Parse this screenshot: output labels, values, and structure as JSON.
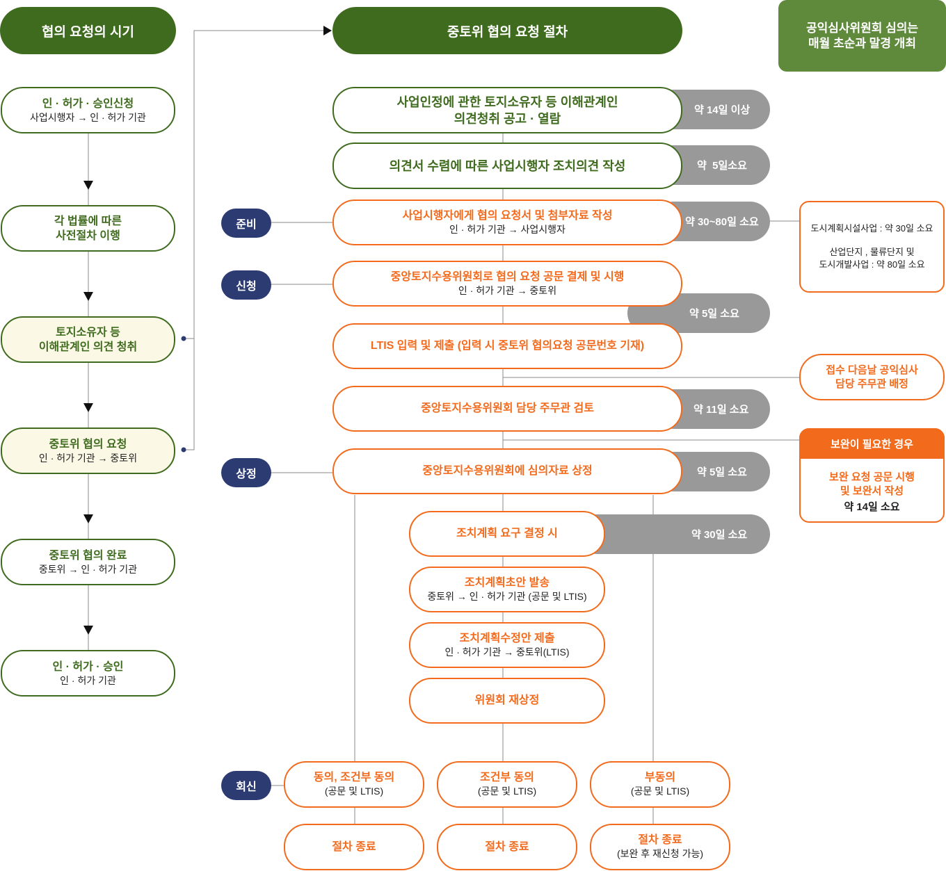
{
  "headers": {
    "timing": "협의 요청의 시기",
    "procedure": "중토위 협의 요청 절차",
    "note_line1": "공익심사위원회 심의는",
    "note_line2": "매월 초순과 말경 개최"
  },
  "timeline": [
    {
      "title": "인 · 허가 · 승인신청",
      "sub": "사업시행자 → 인 · 허가 기관"
    },
    {
      "title_l1": "각 법률에 따른",
      "title_l2": "사전절차 이행"
    },
    {
      "title_l1": "토지소유자 등",
      "title_l2": "이해관계인 의견 청취"
    },
    {
      "title": "중토위 협의 요청",
      "sub": "인 · 허가 기관 → 중토위"
    },
    {
      "title": "중토위 협의 완료",
      "sub": "중토위 → 인 · 허가 기관"
    },
    {
      "title": "인 · 허가 · 승인",
      "sub": "인 · 허가 기관"
    }
  ],
  "stages": {
    "prep": "준비",
    "apply": "신청",
    "submit": "상정",
    "reply": "회신"
  },
  "steps": {
    "s1_l1": "사업인정에 관한 토지소유자 등 이해관계인",
    "s1_l2": "의견청취 공고 · 열람",
    "s2": "의견서 수렴에 따른 사업시행자 조치의견 작성",
    "s3_title": "사업시행자에게 협의 요청서 및 첨부자료 작성",
    "s3_sub": "인 · 허가 기관 → 사업시행자",
    "s4_title": "중앙토지수용위원회로 협의 요청 공문 결제 및 시행",
    "s4_sub": "인 · 허가 기관 → 중토위",
    "s5": "LTIS 입력 및 제출 (입력 시 중토위 협의요청 공문번호 기재)",
    "s6": "중앙토지수용위원회 담당 주무관 검토",
    "s7": "중앙토지수용위원회에 심의자료 상정",
    "a1": "조치계획 요구 결정 시",
    "a2_title": "조치계획초안 발송",
    "a2_sub": "중토위 → 인 · 허가 기관 (공문 및 LTIS)",
    "a3_title": "조치계획수정안 제출",
    "a3_sub": "인 · 허가 기관 → 중토위(LTIS)",
    "a4": "위원회 재상정"
  },
  "durations": {
    "d1": "약 14일 이상",
    "d2": "약  5일소요",
    "d3": "약 30~80일 소요",
    "d4": "약 5일 소요",
    "d5": "약 11일 소요",
    "d6": "약 5일 소요",
    "d7": "약 30일 소요"
  },
  "side_notes": {
    "n1_l1": "도시계획시설사업 : 약 30일 소요",
    "n1_l2": "산업단지 , 물류단지 및",
    "n1_l3": "도시개발사업 : 약 80일 소요",
    "n2_l1": "접수 다음날 공익심사",
    "n2_l2": "담당 주무관 배정",
    "n3_head": "보완이 필요한 경우",
    "n3_l1": "보완 요청 공문 시행",
    "n3_l2": "및 보완서 작성",
    "n3_l3": "약 14일 소요"
  },
  "outcomes": [
    {
      "title": "동의, 조건부 동의",
      "sub": "(공문 및 LTIS)",
      "end": "절차 종료"
    },
    {
      "title": "조건부 동의",
      "sub": "(공문 및 LTIS)",
      "end": "절차 종료"
    },
    {
      "title": "부동의",
      "sub": "(공문 및 LTIS)",
      "end": "절차 종료",
      "end_sub": "(보완 후 재신청 가능)"
    }
  ],
  "colors": {
    "green": "#3f6b1e",
    "orange": "#f26b1d",
    "navy": "#2d3b73",
    "gray": "#999999",
    "cream": "#fbf8e6"
  }
}
